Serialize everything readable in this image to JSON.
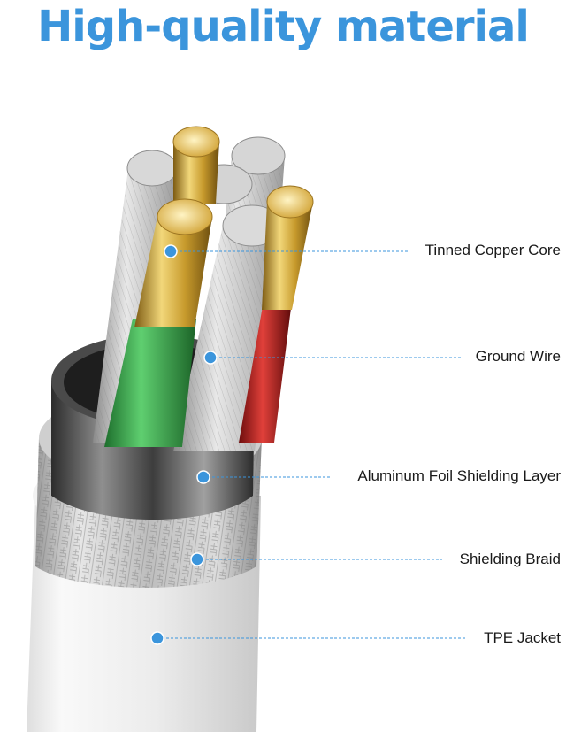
{
  "title": "High-quality material",
  "accent_color": "#3b95dc",
  "callouts": [
    {
      "label": "Tinned Copper Core"
    },
    {
      "label": "Ground Wire"
    },
    {
      "label": "Aluminum Foil Shielding Layer"
    },
    {
      "label": "Shielding Braid"
    },
    {
      "label": "TPE Jacket"
    }
  ]
}
